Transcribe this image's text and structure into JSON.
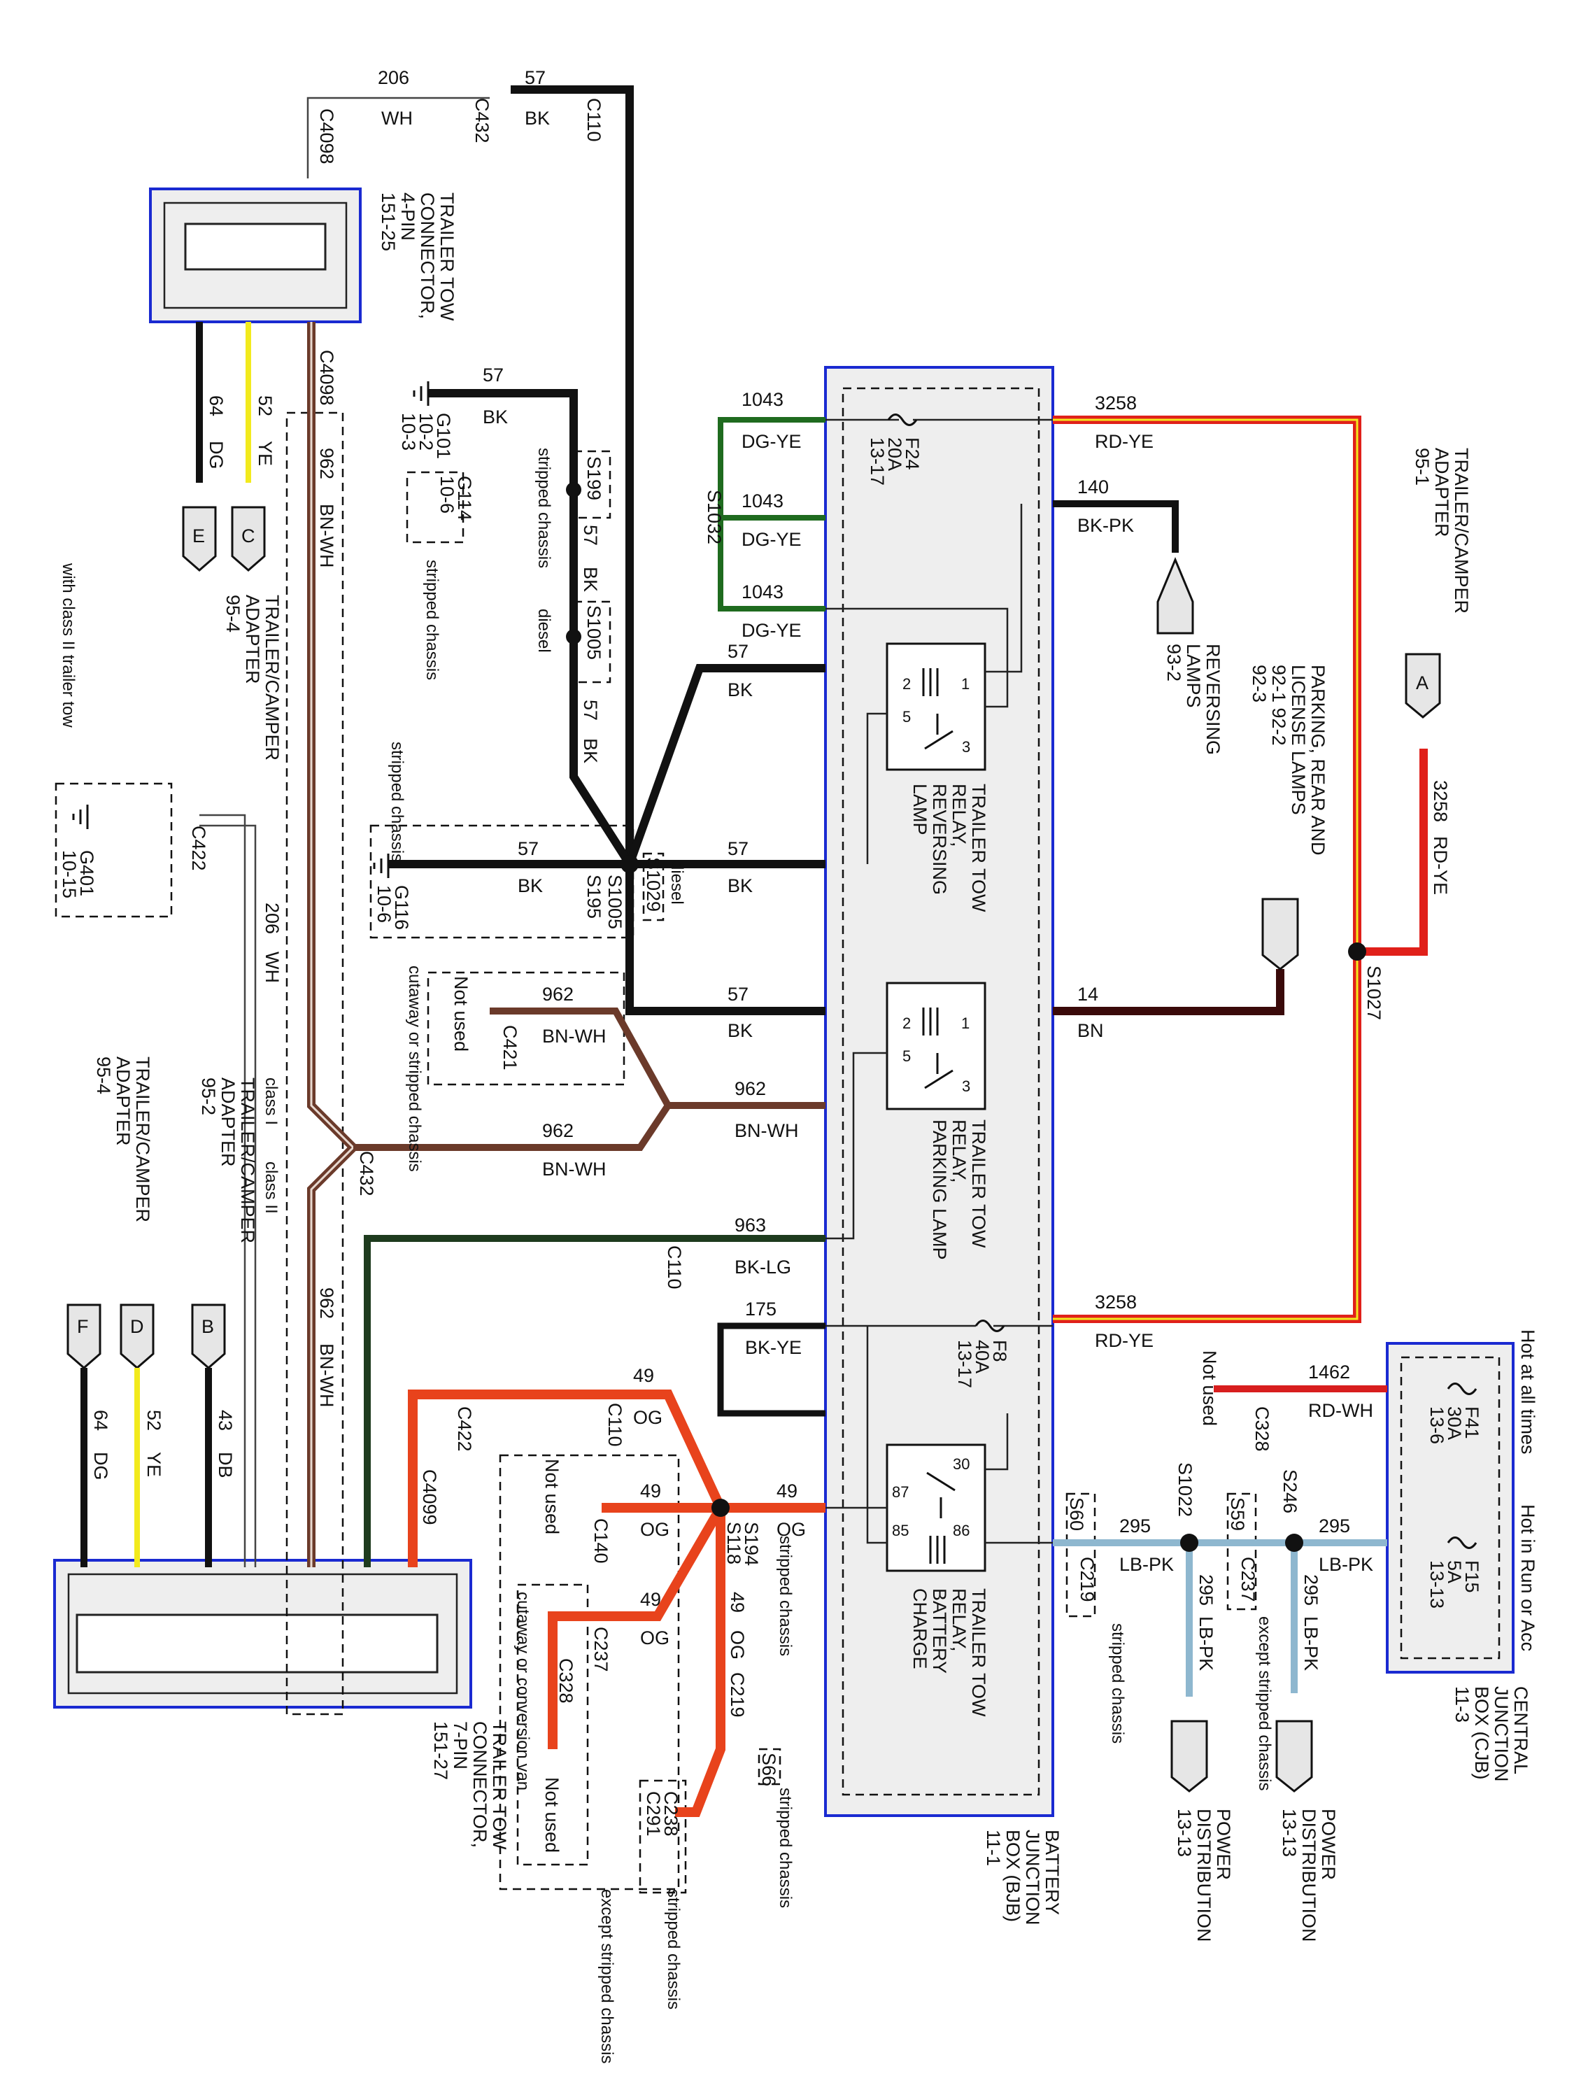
{
  "connectors": {
    "c4098": "C4098",
    "c432": "C432",
    "c110": "C110",
    "c421": "C421",
    "c422": "C422",
    "c4099": "C4099",
    "c140": "C140",
    "c237": "C237",
    "c328": "C328",
    "c219": "C219",
    "c238": "C238",
    "c291": "C291"
  },
  "components": {
    "tow_4pin": [
      "TRAILER TOW",
      "CONNECTOR,",
      "4-PIN",
      "151-25"
    ],
    "tow_7pin": [
      "TRAILER TOW",
      "CONNECTOR,",
      "7-PIN",
      "151-27"
    ],
    "adapter_954_top": [
      "TRAILER/CAMPER",
      "ADAPTER",
      "95-4"
    ],
    "adapter_954_bottom": [
      "TRAILER/CAMPER",
      "ADAPTER",
      "95-4"
    ],
    "adapter_952": [
      "TRAILER/CAMPER",
      "ADAPTER",
      "95-2"
    ],
    "adapter_951": [
      "TRAILER/CAMPER",
      "ADAPTER",
      "95-1"
    ],
    "with_class_ii": "with class II trailer tow",
    "bjb": [
      "BATTERY",
      "JUNCTION",
      "BOX (BJB)",
      "11-1"
    ],
    "cjb": [
      "CENTRAL",
      "JUNCTION",
      "BOX (CJB)",
      "11-3"
    ],
    "relay_reversing": [
      "TRAILER TOW",
      "RELAY,",
      "REVERSING",
      "LAMP"
    ],
    "relay_parking": [
      "TRAILER TOW",
      "RELAY,",
      "PARKING LAMP"
    ],
    "relay_battery": [
      "TRAILER TOW",
      "RELAY,",
      "BATTERY",
      "CHARGE"
    ],
    "reversing_lamps": [
      "REVERSING",
      "LAMPS",
      "93-2"
    ],
    "parking_lamps": [
      "PARKING, REAR AND",
      "LICENSE LAMPS",
      "92-1      92-2",
      "92-3"
    ],
    "power_dist_1": [
      "POWER",
      "DISTRIBUTION",
      "13-13"
    ],
    "power_dist_2": [
      "POWER",
      "DISTRIBUTION",
      "13-13"
    ],
    "hot_all_times": "Hot at all times",
    "hot_run_acc": "Hot in Run or Acc",
    "not_used": "Not used"
  },
  "fuses": {
    "f24": [
      "F24",
      "20A",
      "13-17"
    ],
    "f8": [
      "F8",
      "40A",
      "13-17"
    ],
    "f41": [
      "F41",
      "30A",
      "13-6"
    ],
    "f15": [
      "F15",
      "5A",
      "13-13"
    ]
  },
  "splices": {
    "s1032": "S1032",
    "s199": "S199",
    "s1005": "S1005",
    "s1029": "S1029",
    "s195": "S195",
    "s1027": "S1027",
    "s1022": "S1022",
    "s246": "S246",
    "s118": "S118",
    "s194": "S194",
    "s66": "S66",
    "s59": "S59",
    "s60": "S60"
  },
  "grounds": {
    "g101": [
      "G101",
      "10-2",
      "10-3"
    ],
    "g114": [
      "G114",
      "10-6"
    ],
    "g116": [
      "G116",
      "10-6"
    ],
    "g401": [
      "G401",
      "10-15"
    ]
  },
  "circuits": {
    "c206": "206",
    "wh": "WH",
    "c57": "57",
    "bk": "BK",
    "c64": "64",
    "dg": "DG",
    "c52": "52",
    "ye": "YE",
    "c962": "962",
    "bnwh": "BN-WH",
    "c43": "43",
    "db": "DB",
    "c1043": "1043",
    "dgye": "DG-YE",
    "c3258": "3258",
    "rdye": "RD-YE",
    "c140": "140",
    "bkpk": "BK-PK",
    "c14": "14",
    "bn": "BN",
    "c963": "963",
    "bklg": "BK-LG",
    "c175": "175",
    "bkye": "BK-YE",
    "c49": "49",
    "og": "OG",
    "c1462": "1462",
    "rdwh": "RD-WH",
    "c295": "295",
    "lbpk": "LB-PK"
  },
  "notes": {
    "stripped_chassis": "stripped chassis",
    "stripped": "stripped",
    "chassis": "chassis",
    "diesel": "diesel",
    "class_i": "class I",
    "class_ii": "class II",
    "cutaway": "cutaway or stripped chassis",
    "cutaway_van": "cutaway or conversion van",
    "except_stripped": "except stripped chassis"
  },
  "flags": {
    "a": "A",
    "b": "B",
    "c": "C",
    "d": "D",
    "e": "E",
    "f": "F"
  },
  "colors": {
    "bjb_border": "#1a2ad1",
    "og": "#e8431c",
    "rdye": "#e0201a",
    "lbpk": "#8eb7cf",
    "bn": "#3a0a0a",
    "dgye": "#1f6b1f",
    "ye": "#f2ea1d"
  }
}
